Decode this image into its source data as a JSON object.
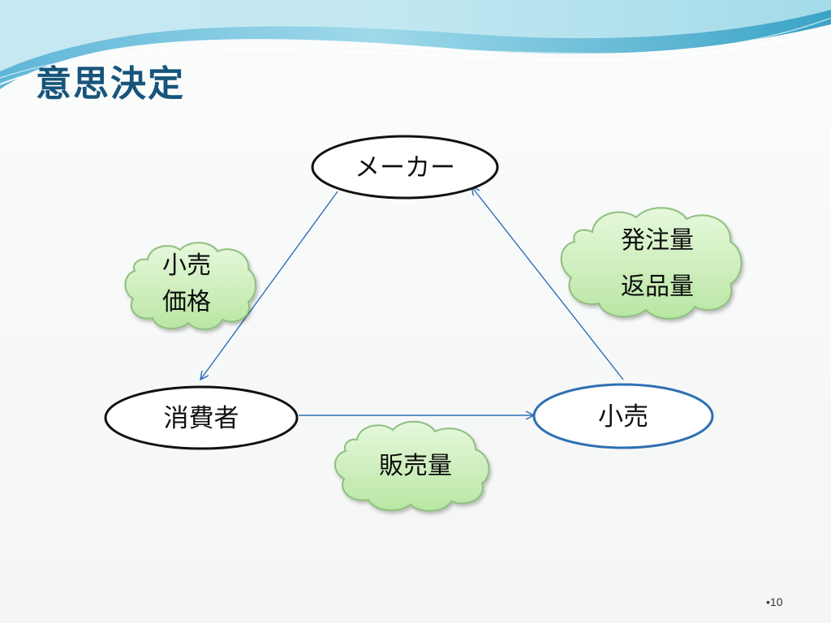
{
  "slide": {
    "title": "意思決定",
    "page_number": "•10"
  },
  "nodes": {
    "maker": "メーカー",
    "consumer": "消費者",
    "retailer": "小売"
  },
  "clouds": {
    "retail_price": [
      "小売",
      "価格"
    ],
    "order_return": [
      "発注量",
      "返品量"
    ],
    "sales_volume": [
      "販売量"
    ]
  },
  "colors": {
    "title": "#17557a",
    "edge": "#2f6fb5",
    "cloud_fill": "#c5ecb0",
    "cloud_stroke": "#8fbf7e",
    "retailer_border": "#2f6fb5",
    "node_border": "#111111"
  }
}
